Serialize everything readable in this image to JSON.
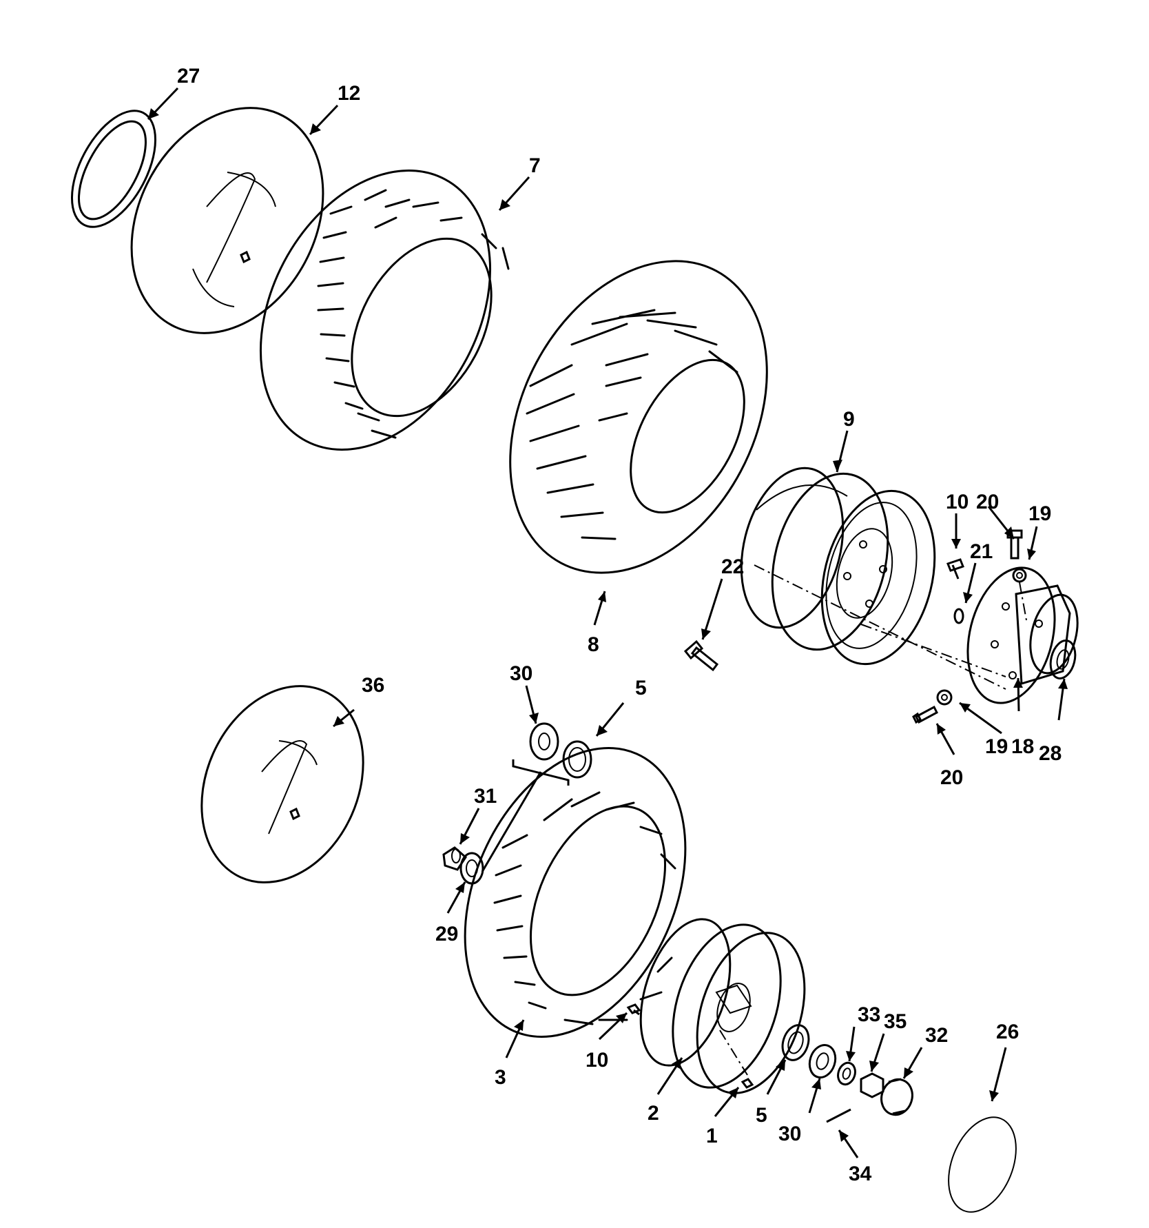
{
  "callouts": {
    "c27": "27",
    "c12": "12",
    "c7": "7",
    "c8": "8",
    "c9": "9",
    "c10a": "10",
    "c20a": "20",
    "c19a": "19",
    "c21": "21",
    "c22": "22",
    "c30a": "30",
    "c5a": "5",
    "c36": "36",
    "c19b": "19",
    "c18": "18",
    "c28": "28",
    "c20b": "20",
    "c31": "31",
    "c29": "29",
    "c3": "3",
    "c10b": "10",
    "c2": "2",
    "c1": "1",
    "c5b": "5",
    "c30b": "30",
    "c33": "33",
    "c35": "35",
    "c32": "32",
    "c26": "26",
    "c34": "34"
  }
}
